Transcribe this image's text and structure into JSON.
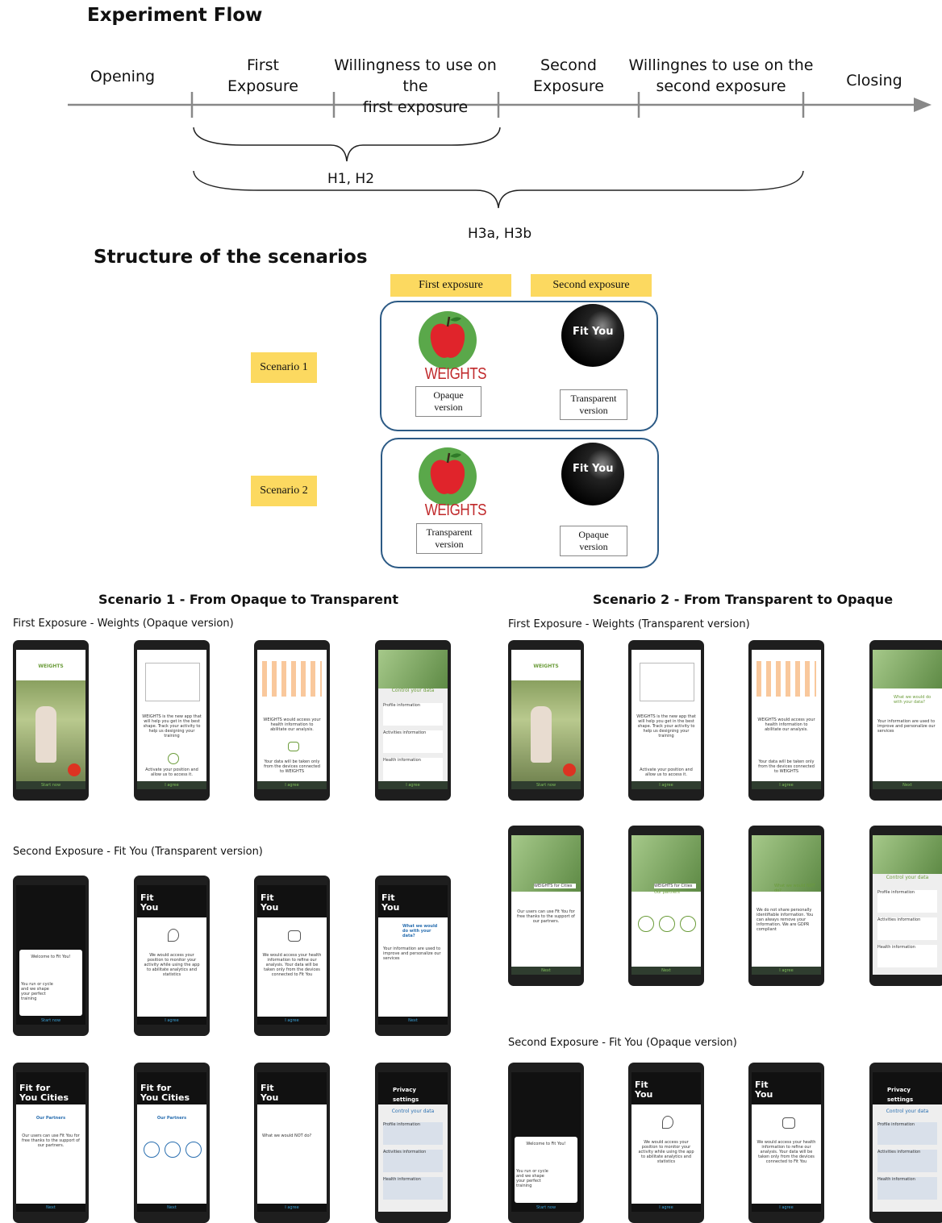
{
  "flow": {
    "title": "Experiment Flow",
    "phases": {
      "opening": "Opening",
      "first_exposure": "First\nExposure",
      "willingness_first": "Willingness to use on the\nfirst exposure",
      "second_exposure": "Second\nExposure",
      "willingness_second": "Willingnes to use on the\nsecond exposure",
      "closing": "Closing"
    },
    "h12": "H1, H2",
    "h3": "H3a, H3b"
  },
  "structure": {
    "title": "Structure of the scenarios",
    "col_first": "First exposure",
    "col_second": "Second exposure",
    "scenario1": "Scenario 1",
    "scenario2": "Scenario 2",
    "weights_logo": "WEIGHTS",
    "fityou_logo": "Fit You",
    "s1_first_version": "Opaque\nversion",
    "s1_second_version": "Transparent\nversion",
    "s2_first_version": "Transparent\nversion",
    "s2_second_version": "Opaque\nversion"
  },
  "scenario1": {
    "title": "Scenario 1 - From Opaque to Transparent",
    "first_label": "First Exposure - Weights (Opaque version)",
    "second_label": "Second Exposure - Fit You (Transparent version)"
  },
  "scenario2": {
    "title": "Scenario 2 - From Transparent to Opaque",
    "first_label": "First Exposure - Weights (Transparent version)",
    "second_label": "Second Exposure - Fit You (Opaque version)"
  },
  "phone_texts": {
    "start_now": "Start now",
    "i_agree": "I agree",
    "next": "Next",
    "weights_header": "WEIGHTS",
    "w_intro": "WEIGHTS is the new app that will help you get in the best shape. Track your activity to help us designing your training",
    "w_position": "Activate your position and allow us to access it.",
    "w_health": "WEIGHTS would access your health information to abilitate our analysis.",
    "w_devices": "Your data will be taken only from the devices connected to WEIGHTS",
    "control": "Control your data",
    "profile": "Profile information",
    "activities": "Activities information",
    "health": "Health information",
    "welcome": "Welcome to Fit You!",
    "run_text": "You run or cycle and we shape your perfect training",
    "fy_position": "We would access your position to monitor your activity while using the app to abilitate analytics and statistics",
    "fy_health": "We would access your health information to refine our analysis. Your data will be taken only from the devices connected to Fit You",
    "fy_what": "What we would do with your data?",
    "fy_what_body": "Your information are used to improve and personalize our services",
    "fy_partners": "Our Partners",
    "fy_partners_body": "Our users can use Fit You for free thanks to the support of our partners.",
    "fy_not": "What we would NOT do?",
    "fy_not_body": "We do not share personally identifiable information. You can always remove your information. We are GDPR compliant",
    "privacy": "Privacy settings",
    "fit_you": "Fit\nYou",
    "fit_for_cities": "Fit  for\nYou Cities",
    "weights_cities": "WEIGHTS for Cities",
    "our_partners": "Our partners",
    "what_not": "What we would NOT do?",
    "w_what": "What we would do with your data?"
  }
}
